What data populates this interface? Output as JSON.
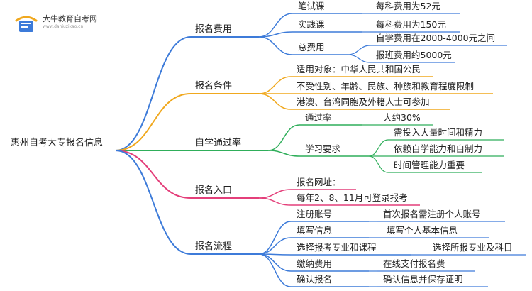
{
  "brand": {
    "name": "大牛教育自考网",
    "url": "www.daniuzikao.cn"
  },
  "root": "惠州自考大专报名信息",
  "colors": {
    "fee": "#3d7bd9",
    "cond": "#f0a81e",
    "pass": "#2fae5a",
    "entry": "#e43f7a",
    "flow": "#3d7bd9"
  },
  "branches": [
    {
      "label": "报名费用",
      "color": "fee",
      "children": [
        {
          "label": "笔试课",
          "children": [
            {
              "label": "每科费用为52元"
            }
          ]
        },
        {
          "label": "实践课",
          "children": [
            {
              "label": "每科费用为150元"
            }
          ]
        },
        {
          "label": "总费用",
          "children": [
            {
              "label": "自学费用在2000-4000元之间"
            },
            {
              "label": "报班费用约5000元"
            }
          ]
        }
      ]
    },
    {
      "label": "报名条件",
      "color": "cond",
      "children": [
        {
          "label": "适用对象：中华人民共和国公民"
        },
        {
          "label": "不受性别、年龄、民族、种族和教育程度限制"
        },
        {
          "label": "港澳、台湾同胞及外籍人士可参加"
        }
      ]
    },
    {
      "label": "自学通过率",
      "color": "pass",
      "children": [
        {
          "label": "通过率",
          "children": [
            {
              "label": "大约30%"
            }
          ]
        },
        {
          "label": "学习要求",
          "children": [
            {
              "label": "需投入大量时间和精力"
            },
            {
              "label": "依赖自学能力和自制力"
            },
            {
              "label": "时间管理能力重要"
            }
          ]
        }
      ]
    },
    {
      "label": "报名入口",
      "color": "entry",
      "children": [
        {
          "label": "报名网址："
        },
        {
          "label": "每年2、8、11月可登录报考"
        }
      ]
    },
    {
      "label": "报名流程",
      "color": "flow",
      "children": [
        {
          "label": "注册账号",
          "children": [
            {
              "label": "首次报名需注册个人账号"
            }
          ]
        },
        {
          "label": "填写信息",
          "children": [
            {
              "label": "填写个人基本信息"
            }
          ]
        },
        {
          "label": "选择报考专业和课程",
          "children": [
            {
              "label": "选择所报专业及科目"
            }
          ]
        },
        {
          "label": "缴纳费用",
          "children": [
            {
              "label": "在线支付报名费"
            }
          ]
        },
        {
          "label": "确认报名",
          "children": [
            {
              "label": "确认信息并保存证明"
            }
          ]
        }
      ]
    }
  ]
}
